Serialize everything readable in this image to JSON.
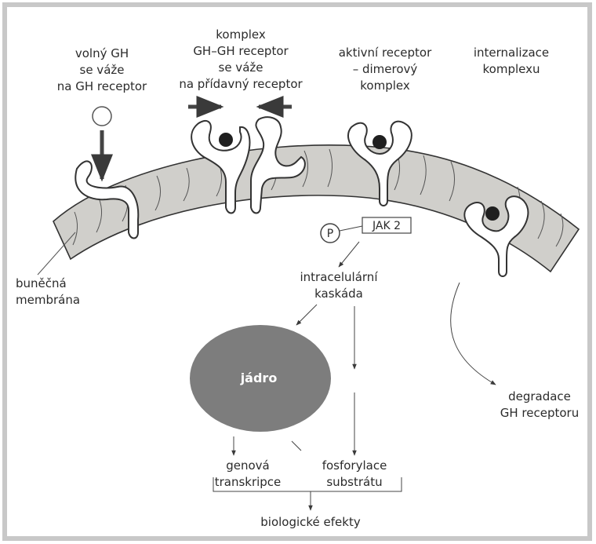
{
  "labels": {
    "free_gh": [
      "volný GH",
      "se váže",
      "na GH receptor"
    ],
    "complex": [
      "komplex",
      "GH–GH receptor",
      "se váže",
      "na přídavný receptor"
    ],
    "active_receptor": [
      "aktivní receptor",
      "– dimerový",
      "komplex"
    ],
    "internalization": [
      "internalizace",
      "komplexu"
    ],
    "membrane": [
      "buněčná",
      "membrána"
    ],
    "p_symbol": "P",
    "jak2": "JAK 2",
    "cascade": [
      "intracelulární",
      "kaskáda"
    ],
    "nucleus": "jádro",
    "degradation": [
      "degradace",
      "GH receptoru"
    ],
    "gene_transcription": [
      "genová",
      "transkripce"
    ],
    "phosphorylation": [
      "fosforylace",
      "substrátu"
    ],
    "biological_effects": "biologické efekty"
  },
  "colors": {
    "frame": "#c8c8c8",
    "membrane_fill": "#d0cfcb",
    "stroke": "#333333",
    "nucleus": "#7d7d7d",
    "arrow": "#3a3a3a"
  }
}
